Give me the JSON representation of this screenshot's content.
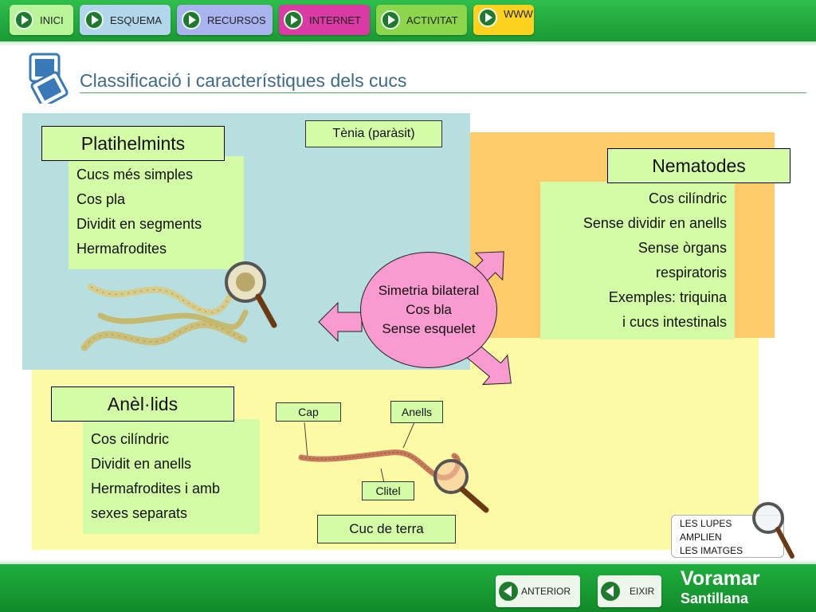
{
  "nav": {
    "items": [
      {
        "label": "INICI",
        "color": "#b9f39a"
      },
      {
        "label": "ESQUEMA",
        "color": "#b2d6ec"
      },
      {
        "label": "RECURSOS",
        "color": "#a9b4ee"
      },
      {
        "label": "INTERNET",
        "color": "#d93aa4"
      },
      {
        "label": "ACTIVITAT",
        "color": "#8bd64a"
      },
      {
        "label": "WWW",
        "color": "#fcd21f"
      }
    ]
  },
  "page": {
    "title": "Classificació i característiques dels cucs"
  },
  "platihelmints": {
    "heading": "Platihelmints",
    "traits": [
      "Cucs més simples",
      "Cos pla",
      "Dividit en segments",
      "Hermafrodites"
    ],
    "example_label": "Tènia (paràsit)"
  },
  "nematodes": {
    "heading": "Nematodes",
    "traits": [
      "Cos cilíndric",
      "Sense dividir en anells",
      "Sense òrgans",
      "respiratoris",
      "Exemples: triquina",
      "i cucs intestinals"
    ]
  },
  "center": {
    "lines": [
      "Simetria bilateral",
      "Cos bla",
      "Sense esquelet"
    ]
  },
  "anelids": {
    "heading": "Anèl·lids",
    "traits": [
      "Cos cilíndric",
      "Dividit en anells",
      "Hermafrodites i amb",
      "sexes separats"
    ],
    "worm_parts": {
      "cap": "Cap",
      "anells": "Anells",
      "clitel": "Clitel"
    },
    "example_label": "Cuc de terra"
  },
  "note": {
    "lines": [
      "LES LUPES",
      "AMPLIEN",
      "LES IMATGES"
    ]
  },
  "footer": {
    "anterior": "ANTERIOR",
    "eixir": "EIXIR",
    "brand_top": "Voramar",
    "brand_bottom": "Santillana"
  },
  "icons": {
    "nav": "play-icon",
    "footer": "back-icon",
    "zoom": "magnifier-icon"
  },
  "colors": {
    "green_bar": "#1fae3e",
    "panel_blue": "#b8dfe0",
    "panel_orange": "#fdcb6a",
    "panel_yellow": "#fdfaa6",
    "box_green": "#d4fca6",
    "circle_pink": "#f99ad0"
  }
}
